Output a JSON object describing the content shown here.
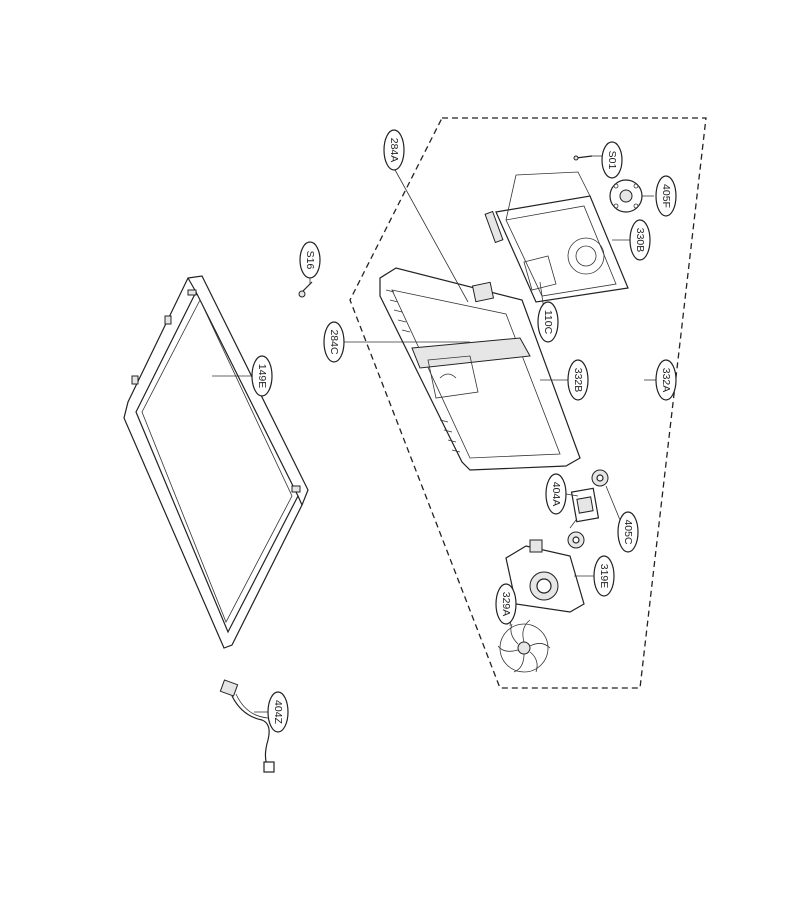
{
  "callouts": {
    "c284A": "284A",
    "c501": "S01",
    "c405F": "405F",
    "c330B": "330B",
    "c316": "S16",
    "c110C": "110C",
    "c284C": "284C",
    "c149E": "149E",
    "c332B": "332B",
    "c332A": "332A",
    "c404A": "404A",
    "c405C": "405C",
    "c319E": "319E",
    "c329A": "329A",
    "c404Z": "404Z"
  }
}
